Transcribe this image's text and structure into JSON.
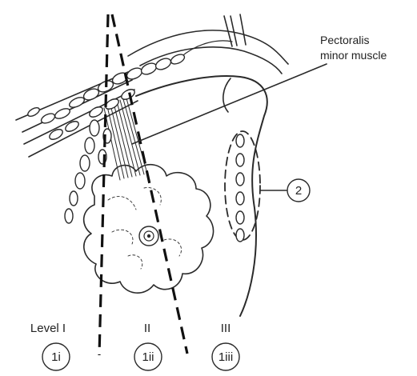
{
  "labels": {
    "muscle_line1": "Pectoralis",
    "muscle_line2": "minor muscle",
    "level_1": "Level I",
    "level_2": "II",
    "level_3": "III",
    "marker_1i": "1i",
    "marker_1ii": "1ii",
    "marker_1iii": "1iii",
    "marker_2": "2"
  }
}
